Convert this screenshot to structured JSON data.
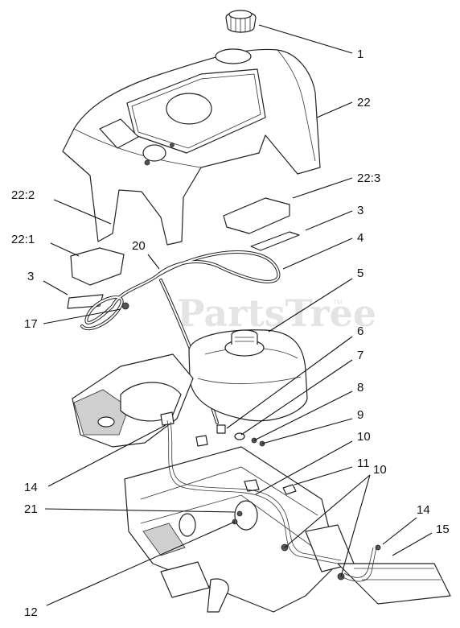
{
  "watermark": {
    "text": "PartsTree",
    "trademark": "TM"
  },
  "callouts": [
    {
      "id": "c1",
      "text": "1"
    },
    {
      "id": "c22",
      "text": "22"
    },
    {
      "id": "c22_2",
      "text": "22:2"
    },
    {
      "id": "c22_3",
      "text": "22:3"
    },
    {
      "id": "c3a",
      "text": "3"
    },
    {
      "id": "c22_1",
      "text": "22:1"
    },
    {
      "id": "c20",
      "text": "20"
    },
    {
      "id": "c4",
      "text": "4"
    },
    {
      "id": "c3b",
      "text": "3"
    },
    {
      "id": "c5",
      "text": "5"
    },
    {
      "id": "c17",
      "text": "17"
    },
    {
      "id": "c6",
      "text": "6"
    },
    {
      "id": "c7",
      "text": "7"
    },
    {
      "id": "c8",
      "text": "8"
    },
    {
      "id": "c9",
      "text": "9"
    },
    {
      "id": "c10a",
      "text": "10"
    },
    {
      "id": "c11",
      "text": "11"
    },
    {
      "id": "c10b",
      "text": "10"
    },
    {
      "id": "c14a",
      "text": "14"
    },
    {
      "id": "c21",
      "text": "21"
    },
    {
      "id": "c14b",
      "text": "14"
    },
    {
      "id": "c15",
      "text": "15"
    },
    {
      "id": "c12",
      "text": "12"
    }
  ]
}
